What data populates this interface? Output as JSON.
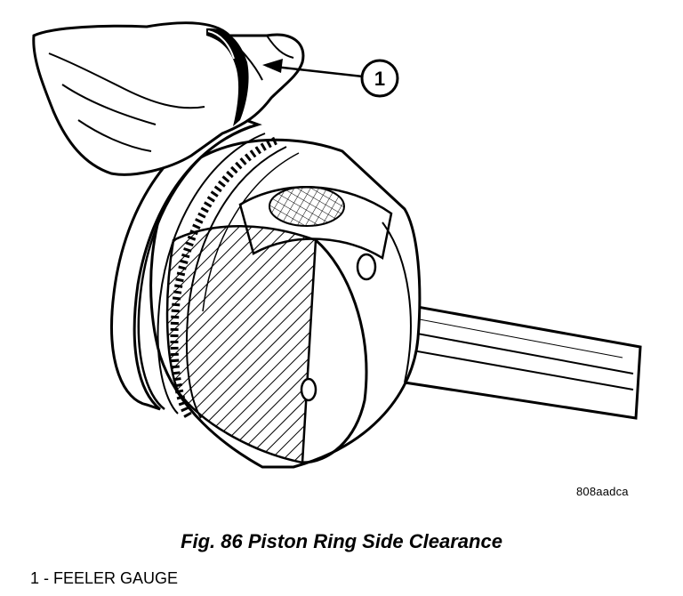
{
  "figure": {
    "title": "Fig. 86 Piston Ring Side Clearance",
    "reference_code": "808aadca",
    "callout_number": "1",
    "legend": [
      "1 - FEELER GAUGE"
    ]
  }
}
